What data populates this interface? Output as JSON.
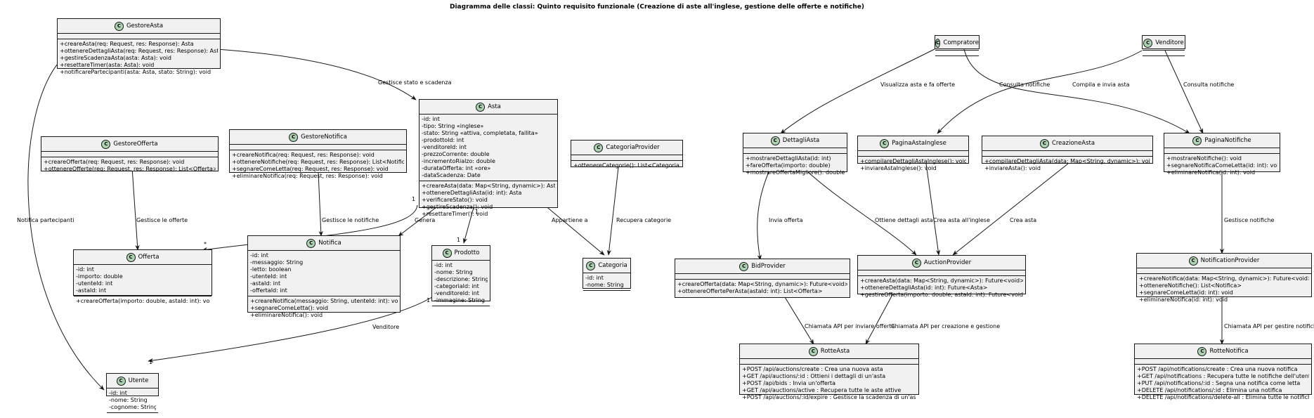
{
  "title": "Diagramma delle classi: Quinto requisito funzionale (Creazione di aste all'inglese, gestione delle offerte e notifiche)",
  "badge_letter": "C",
  "colors": {
    "class_fill": "#f1f1f1",
    "badge": "#add1b2",
    "border": "#181818"
  },
  "classes": {
    "gestoreAsta": {
      "name": "GestoreAsta",
      "attributes": [],
      "methods": [
        "+creareAsta(req: Request, res: Response): Asta",
        "+ottenereDettagliAsta(req: Request, res: Response): Asta",
        "+gestireScadenzaAsta(asta: Asta): void",
        "+resettareTimer(asta: Asta): void",
        "+notificarePartecipanti(asta: Asta, stato: String): void"
      ]
    },
    "gestoreOfferta": {
      "name": "GestoreOfferta",
      "attributes": [],
      "methods": [
        "+creareOfferta(req: Request, res: Response): void",
        "+ottenereOfferte(req: Request, res: Response): List<Offerta>"
      ]
    },
    "gestoreNotifica": {
      "name": "GestoreNotifica",
      "attributes": [],
      "methods": [
        "+creareNotifica(req: Request, res: Response): void",
        "+ottenereNotifiche(req: Request, res: Response): List<Notifica>",
        "+segnareComeLetta(req: Request, res: Response): void",
        "+eliminareNotifica(req: Request, res: Response): void"
      ]
    },
    "asta": {
      "name": "Asta",
      "attributes": [
        "-id: int",
        "-tipo: String «inglese»",
        "-stato: String «attiva, completata, fallita»",
        "-prodottoId: int",
        "-venditoreId: int",
        "-prezzoCorrente: double",
        "-incrementoRialzo: double",
        "-durataOfferta: int «ore»",
        "-dataScadenza: Date"
      ],
      "methods": [
        "+creareAsta(data: Map<String, dynamic>): Asta",
        "+ottenereDettagliAsta(id: int): Asta",
        "+verificareStato(): void",
        "+gestireScadenza(): void",
        "+resettareTimer(): void"
      ]
    },
    "categoriaProvider": {
      "name": "CategoriaProvider",
      "attributes": [],
      "methods": [
        "+ottenereCategorie(): List<Categoria>"
      ]
    },
    "offerta": {
      "name": "Offerta",
      "attributes": [
        "-id: int",
        "-importo: double",
        "-utenteId: int",
        "-astaId: int"
      ],
      "methods": [
        "+creareOfferta(importo: double, astaId: int): void"
      ]
    },
    "notifica": {
      "name": "Notifica",
      "attributes": [
        "-id: int",
        "-messaggio: String",
        "-letto: boolean",
        "-utenteId: int",
        "-astaId: int",
        "-offertaId: int"
      ],
      "methods": [
        "+creareNotifica(messaggio: String, utenteId: int): void",
        "+segnareComeLetta(): void",
        "+eliminareNotifica(): void"
      ]
    },
    "prodotto": {
      "name": "Prodotto",
      "attributes": [
        "-id: int",
        "-nome: String",
        "-descrizione: String",
        "-categoriaId: int",
        "-venditoreId: int",
        "-immagine: String"
      ],
      "methods": []
    },
    "categoria": {
      "name": "Categoria",
      "attributes": [
        "-id: int",
        "-nome: String"
      ],
      "methods": []
    },
    "utente": {
      "name": "Utente",
      "attributes": [
        "-id: int",
        "-nome: String",
        "-cognome: String"
      ],
      "methods": []
    },
    "compratore": {
      "name": "Compratore",
      "attributes": [],
      "methods": []
    },
    "venditore": {
      "name": "Venditore",
      "attributes": [],
      "methods": []
    },
    "dettagliAsta": {
      "name": "DettagliAsta",
      "attributes": [],
      "methods": [
        "+mostrareDettagliAsta(id: int)",
        "+fareOfferta(importo: double)",
        "+mostrareOffertaMigliore(): double"
      ]
    },
    "paginaAstaInglese": {
      "name": "PaginaAstaInglese",
      "attributes": [],
      "methods": [
        "+compilareDettagliAstaInglese(): void",
        "+inviareAstaInglese(): void"
      ]
    },
    "creazioneAsta": {
      "name": "CreazioneAsta",
      "attributes": [],
      "methods": [
        "+compilareDettagliAsta(data: Map<String, dynamic>): void",
        "+inviareAsta(): void"
      ]
    },
    "paginaNotifiche": {
      "name": "PaginaNotifiche",
      "attributes": [],
      "methods": [
        "+mostrareNotifiche(): void",
        "+segnareNotificaComeLetta(id: int): void",
        "+eliminareNotifica(id: int): void"
      ]
    },
    "bidProvider": {
      "name": "BidProvider",
      "attributes": [],
      "methods": [
        "+creareOfferta(data: Map<String, dynamic>): Future<void>",
        "+ottenereOffertePerAsta(astaId: int): List<Offerta>"
      ]
    },
    "auctionProvider": {
      "name": "AuctionProvider",
      "attributes": [],
      "methods": [
        "+creareAsta(data: Map<String, dynamic>): Future<void>",
        "+ottenereDettagliAsta(id: int): Future<Asta>",
        "+gestireOfferta(importo: double, astaId: int): Future<void>"
      ]
    },
    "notificationProvider": {
      "name": "NotificationProvider",
      "attributes": [],
      "methods": [
        "+creareNotifica(data: Map<String, dynamic>): Future<void>",
        "+ottenereNotifiche(): List<Notifica>",
        "+segnareComeLetta(id: int): void",
        "+eliminareNotifica(id: int): void"
      ]
    },
    "rotteAsta": {
      "name": "RotteAsta",
      "attributes": [],
      "methods": [
        "+POST /api/auctions/create : Crea una nuova asta",
        "+GET /api/auctions/:id : Ottieni i dettagli di un'asta",
        "+POST /api/bids : Invia un'offerta",
        "+GET /api/auctions/active : Recupera tutte le aste attive",
        "+POST /api/auctions/:id/expire : Gestisce la scadenza di un'asta"
      ]
    },
    "rotteNotifica": {
      "name": "RotteNotifica",
      "attributes": [],
      "methods": [
        "+POST /api/notifications/create : Crea una nuova notifica",
        "+GET /api/notifications : Recupera tutte le notifiche dell'utente",
        "+PUT /api/notifications/:id : Segna una notifica come letta",
        "+DELETE /api/notifications/:id : Elimina una notifica",
        "+DELETE /api/notifications/delete-all : Elimina tutte le notifiche"
      ]
    }
  },
  "relations": {
    "gestoreAsta_asta": "Gestisce stato e scadenza",
    "gestoreAsta_utente": "Notifica partecipanti",
    "gestoreOfferta_offerta": "Gestisce le offerte",
    "gestoreNotifica_notifica": "Gestisce le notifiche",
    "asta_notifica": "Genera",
    "asta_categoria": "Appartiene a",
    "categoriaProvider_categoria": "Recupera categorie",
    "prodotto_utente": "Venditore",
    "compratore_dettagliAsta": "Visualizza asta e fa offerte",
    "compratore_paginaNotifiche": "Consulta notifiche",
    "venditore_paginaAstaInglese": "Compila e invia asta",
    "venditore_paginaNotifiche": "Consulta notifiche",
    "dettagliAsta_bidProvider": "Invia offerta",
    "dettagliAsta_auctionProvider": "Ottiene dettagli asta",
    "paginaAstaInglese_auctionProvider": "Crea asta all'inglese",
    "creazioneAsta_auctionProvider": "Crea asta",
    "paginaNotifiche_notificationProvider": "Gestisce notifiche",
    "bidProvider_rotteAsta": "Chiamata API per inviare offerta",
    "auctionProvider_rotteAsta": "Chiamata API per creazione e gestione",
    "notificationProvider_rotteNotifica": "Chiamata API per gestire notifiche"
  },
  "multiplicities": {
    "asta_offerta_src": "1",
    "asta_offerta_dst": "*",
    "asta_prodotto_src": "1",
    "asta_prodotto_dst": "1",
    "prodotto_utente_src": "1",
    "prodotto_utente_dst": "1"
  }
}
